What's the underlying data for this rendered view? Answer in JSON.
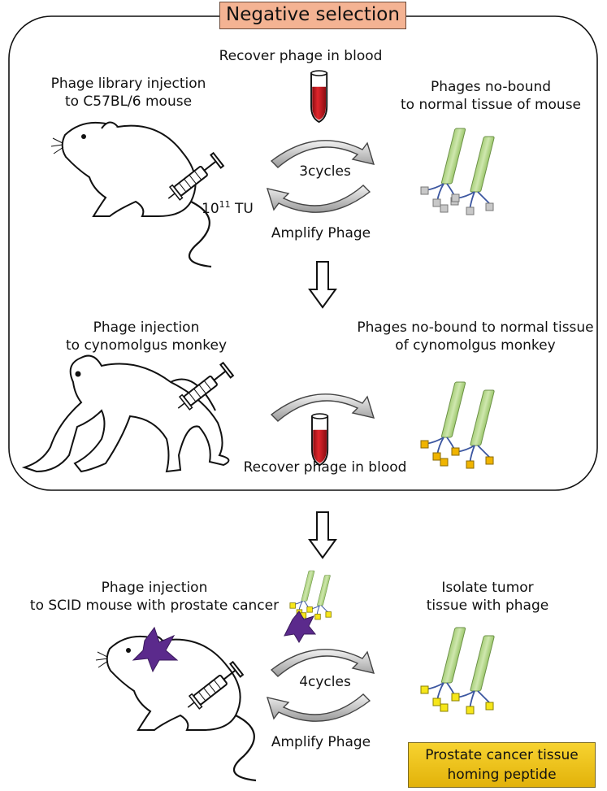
{
  "title": "Negative selection",
  "stage1": {
    "injection_label": [
      "Phage library injection",
      "to C57BL/6 mouse"
    ],
    "recover_label": "Recover phage in blood",
    "cycles_label": "3cycles",
    "amplify_label": "Amplify Phage",
    "result_label": [
      "Phages no-bound",
      "to normal tissue of mouse"
    ],
    "dose_base": "10",
    "dose_exp": "11",
    "dose_unit": "TU"
  },
  "stage2": {
    "injection_label": [
      "Phage injection",
      "to cynomolgus monkey"
    ],
    "recover_label": "Recover phage in blood",
    "result_label": [
      "Phages no-bound to normal tissue",
      "of cynomolgus monkey"
    ]
  },
  "stage3": {
    "injection_label": [
      "Phage injection",
      "to SCID mouse with prostate cancer"
    ],
    "cycles_label": "4cycles",
    "amplify_label": "Amplify Phage",
    "result_label": [
      "Isolate tumor",
      "tissue with phage"
    ]
  },
  "final_box": [
    "Prostate cancer tissue",
    "homing peptide"
  ],
  "colors": {
    "title_fill": "#f4b393",
    "blood": "#c8161d",
    "phage_body": "#b5d88a",
    "tip_gray": "#c8c8c8",
    "tip_orange": "#f0b400",
    "tip_yellow": "#f6e61a",
    "tumor": "#5b2a8c",
    "final_fill": "#f2c21b"
  }
}
